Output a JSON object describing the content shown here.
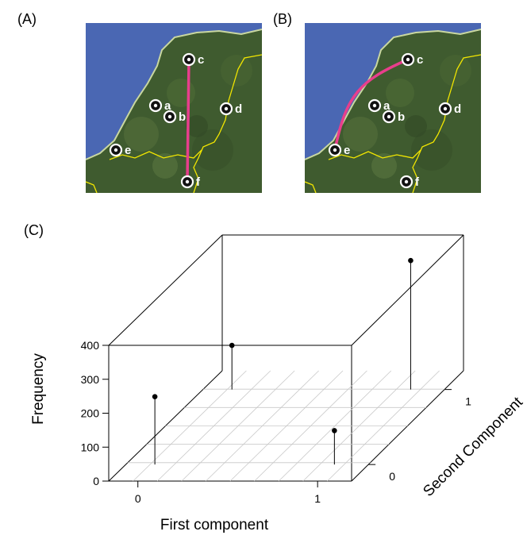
{
  "panels": [
    {
      "label": "(A)",
      "route": "straight"
    },
    {
      "label": "(B)",
      "route": "curved"
    }
  ],
  "panel_c_label": "(C)",
  "map_points": [
    {
      "id": "a"
    },
    {
      "id": "b"
    },
    {
      "id": "c"
    },
    {
      "id": "d"
    },
    {
      "id": "e"
    },
    {
      "id": "f"
    }
  ],
  "colors": {
    "sea": "#4a67b3",
    "land": "#3f5b2f",
    "border": "#f2e600",
    "route": "#e83e8c"
  },
  "chart_data": {
    "type": "scatter",
    "subtype": "3d-lollipop",
    "xlabel": "First component",
    "ylabel": "Second Component",
    "zlabel": "Frequency",
    "x_ticks": [
      "0",
      "1"
    ],
    "y_ticks": [
      "0",
      "1"
    ],
    "z_ticks": [
      "0",
      "100",
      "200",
      "300",
      "400"
    ],
    "zlim": [
      0,
      400
    ],
    "points": [
      {
        "x": 0,
        "y": 0,
        "z": 200
      },
      {
        "x": 0,
        "y": 1,
        "z": 130
      },
      {
        "x": 1,
        "y": 0,
        "z": 100
      },
      {
        "x": 1,
        "y": 1,
        "z": 380
      }
    ]
  }
}
